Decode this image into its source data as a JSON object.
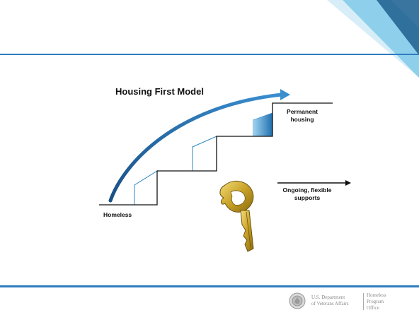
{
  "slide": {
    "title": "Housing First Model",
    "labels": {
      "permanent_line1": "Permanent",
      "permanent_line2": "housing",
      "homeless": "Homeless",
      "supports_line1": "Ongoing, flexible",
      "supports_line2": "supports"
    }
  },
  "footer": {
    "va_line1": "U.S. Department",
    "va_line2": "of Veterans Affairs",
    "hpo_line1": "Homeless",
    "hpo_line2": "Program",
    "hpo_line3": "Office"
  },
  "colors": {
    "accent": "#2f7cc0",
    "corner_light": "#8ed0ec",
    "corner_dark": "#1e5f8f",
    "step_fill": "#2a86c4",
    "key_gold": "#c9a227"
  },
  "icons": {
    "key": "key-icon",
    "va_seal": "va-seal-icon"
  }
}
